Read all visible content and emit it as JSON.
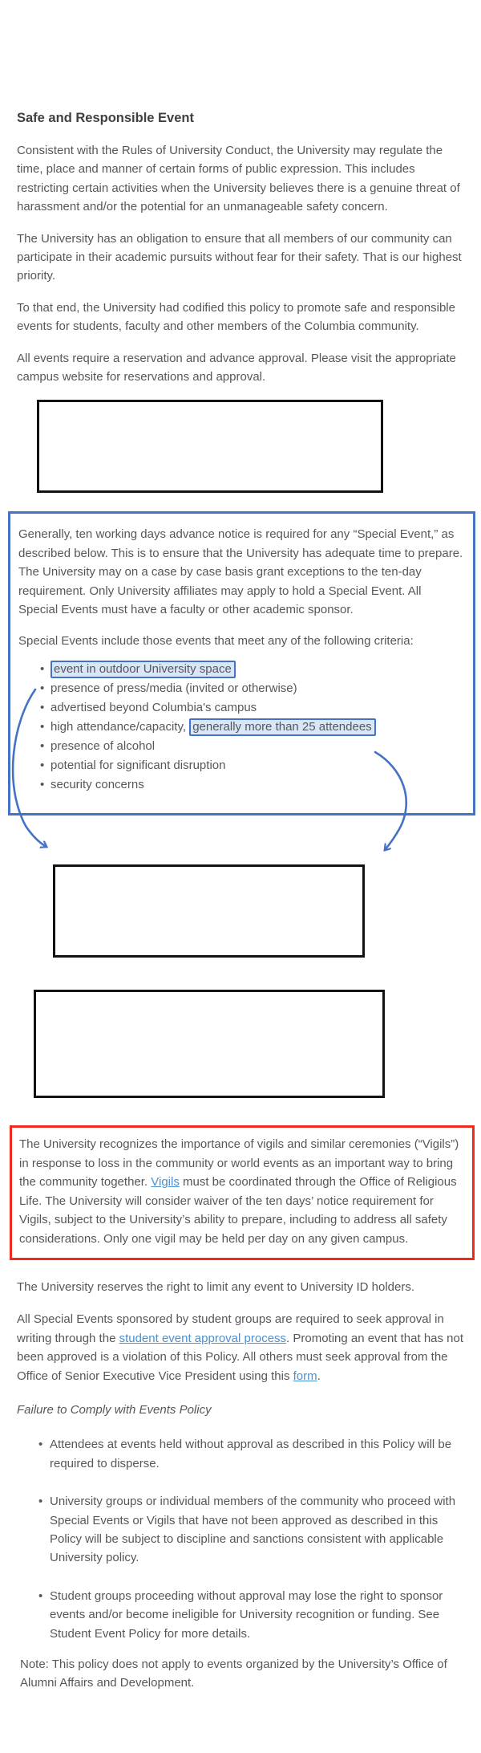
{
  "doc": {
    "title": "Safe and Responsible Event",
    "p1": "Consistent with the Rules of University Conduct, the University may regulate the time, place and manner of certain forms of public expression.  This includes restricting certain activities when the University believes there is a genuine threat of harassment and/or the potential for an unmanageable safety concern.",
    "p2": "The University has an obligation to ensure that all members of our community can participate in their academic pursuits without fear for their safety. That is our highest priority.",
    "p3": "To that end, the University had codified this policy to promote safe and responsible events for students, faculty and other members of the Columbia community.",
    "p4": "All events require a reservation and advance approval. Please visit the appropriate campus website for reservations and approval.",
    "blue_box": {
      "p1": "Generally, ten working days advance notice is required for any “Special Event,” as described below.  This is to ensure that the University has adequate time to prepare. The University may on a case by case basis grant exceptions to the ten-day requirement.  Only University affiliates may apply to hold a Special Event.  All Special Events must have a faculty or other academic sponsor.",
      "p2": "Special Events include those events that meet any of the following criteria:",
      "bullets": [
        {
          "highlight": "event in outdoor University space"
        },
        {
          "text": "presence of press/media (invited or otherwise)"
        },
        {
          "text": "advertised beyond Columbia's campus"
        },
        {
          "pre": "high attendance/capacity, ",
          "highlight": "generally more than 25 attendees"
        },
        {
          "text": "presence of alcohol"
        },
        {
          "text": "potential for significant disruption"
        },
        {
          "text": "security concerns"
        }
      ]
    },
    "vigils_box": {
      "before_link": "The University recognizes the importance of vigils and similar ceremonies (“Vigils”) in response to loss in the community or world events as an important way to bring the community together. ",
      "link": "Vigils",
      "after_link": " must be coordinated through the Office of Religious Life. The University will consider waiver of the ten days’ notice requirement for Vigils, subject to the University’s ability to prepare, including to address all safety considerations.  Only one vigil may be held per day on any given campus."
    },
    "reserves": "The University reserves the right to limit any event to University ID holders.",
    "approval": {
      "before_link1": "All Special Events sponsored by student groups are required to seek approval in writing through the ",
      "link1": "student event approval process",
      "mid": ". Promoting an event that has not been approved is a violation of this Policy. All others must seek approval from the Office of Senior Executive Vice President using this ",
      "link2": "form",
      "end": "."
    },
    "failure": {
      "heading": "Failure to Comply with Events Policy",
      "bullets": [
        "Attendees at events held without approval as described in this Policy will be required to disperse.",
        "University groups or individual members of the community who proceed with Special Events or Vigils that have not been approved as described in this Policy will be subject to discipline and sanctions consistent with applicable University policy.",
        "Student groups proceeding without approval may lose the right to sponsor events and/or become ineligible for University recognition or funding. See Student Event Policy for more details."
      ]
    },
    "note": "Note: This policy does not apply to events organized by the University’s Office of Alumni Affairs and Development."
  },
  "annotations": {
    "black_boxes": 3,
    "black_box_border": "#121212",
    "blue_box_border": "#4472C4",
    "red_box_border": "#F02B1E",
    "highlight_bg": "#D9E6F8",
    "highlight_border": "#4472C4",
    "arrow_color": "#4472C4",
    "link_color": "#4A90D2",
    "text_color": "#56575B",
    "arrows": [
      {
        "name": "curved-arrow-left",
        "from": "highlight-outdoor-space",
        "to": "black-box-2"
      },
      {
        "name": "curved-arrow-right",
        "from": "highlight-25-attendees",
        "to": "black-box-2"
      }
    ]
  }
}
